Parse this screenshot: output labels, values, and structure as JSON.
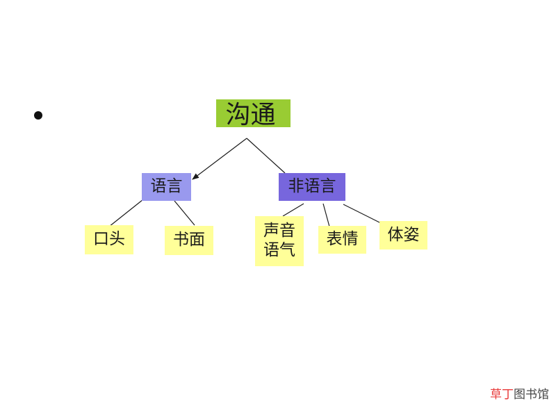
{
  "diagram": {
    "root": "沟通",
    "branches": [
      {
        "label": "语言",
        "children": [
          "口头",
          "书面"
        ]
      },
      {
        "label": "非语言",
        "children": [
          "声音\n语气",
          "表情",
          "体姿"
        ]
      }
    ]
  },
  "colors": {
    "root_fill": "#99cc33",
    "language_fill": "#9999ee",
    "nonlanguage_fill": "#7766dd",
    "leaf_fill": "#ffff99",
    "watermark_red": "#e83a3a"
  },
  "watermark": {
    "red_part": "草丁",
    "dark_part": "图书馆"
  }
}
